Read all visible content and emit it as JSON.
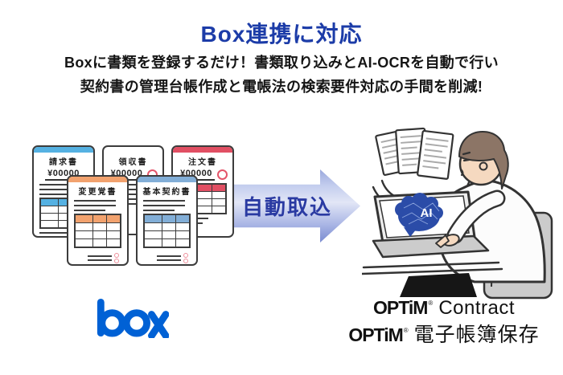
{
  "header": {
    "title": "Box連携に対応",
    "subtitle_line1": "Boxに書類を登録するだけ！書類取り込みとAI-OCRを自動で行い",
    "subtitle_line2": "契約書の管理台帳作成と電帳法の検索要件対応の手間を削減!"
  },
  "colors": {
    "title_blue": "#1c3ca8",
    "arrow_text_blue": "#2a3aa2",
    "box_blue": "#0061d5",
    "stamp_red": "#e4556a",
    "bar_blue": "#55b1e2",
    "bar_red": "#e14f63",
    "bar_orange": "#f2a26e",
    "bar_steel_blue": "#82aed7",
    "brain_blue": "#2b4ca8"
  },
  "documents": {
    "invoice": {
      "title": "請求書",
      "amount": "¥00000"
    },
    "receipt": {
      "title": "領収書",
      "amount": "¥00000"
    },
    "order": {
      "title": "注文書",
      "amount": "¥00000"
    },
    "amendment": {
      "title": "変更覚書"
    },
    "base_contract": {
      "title": "基本契約書"
    }
  },
  "arrow": {
    "label": "自動取込"
  },
  "illustration": {
    "ai_label": "AI"
  },
  "logos": {
    "box": "box",
    "line1": {
      "brand": "OPTiM",
      "reg": "®",
      "product": "Contract"
    },
    "line2": {
      "brand": "OPTiM",
      "reg": "®",
      "product": "電子帳簿保存"
    }
  }
}
